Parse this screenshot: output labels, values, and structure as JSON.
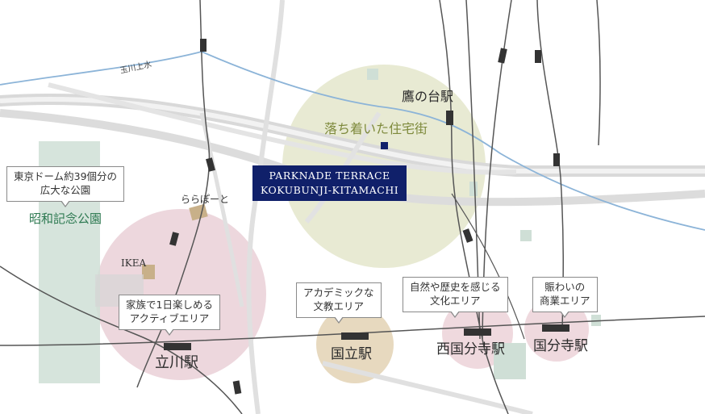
{
  "property": {
    "name_line1": "PARKNADE TERRACE",
    "name_line2": "KOKUBUNJI-KITAMACHI",
    "area_label": "落ち着いた住宅街"
  },
  "waterway": {
    "label": "玉川上水"
  },
  "stations": {
    "takanodai": "鷹の台駅",
    "tachikawa": "立川駅",
    "kunitachi": "国立駅",
    "nishi_kokubunji": "西国分寺駅",
    "kokubunji": "国分寺駅"
  },
  "places": {
    "showa_park": "昭和記念公園",
    "lalaport": "ららぽーと",
    "ikea": "IKEA"
  },
  "callouts": {
    "showa_park": {
      "line1": "東京ドーム約39個分の",
      "line2": "広大な公園"
    },
    "tachikawa": {
      "line1": "家族で1日楽しめる",
      "line2": "アクティブエリア"
    },
    "kunitachi": {
      "line1": "アカデミックな",
      "line2": "文教エリア"
    },
    "nishi_kokubunji": {
      "line1": "自然や歴史を感じる",
      "line2": "文化エリア"
    },
    "kokubunji": {
      "line1": "賑わいの",
      "line2": "商業エリア"
    }
  },
  "colors": {
    "property_box": "#10206a",
    "area_label": "#7e8a3c",
    "park_label": "#2e7a52",
    "water": "#8cb4d8",
    "circle_tachikawa": "#e6c6cf",
    "circle_kunitachi": "#e3d2b4",
    "circle_takanodai": "#e0e3c4",
    "green_area": "#cfdfd6"
  }
}
